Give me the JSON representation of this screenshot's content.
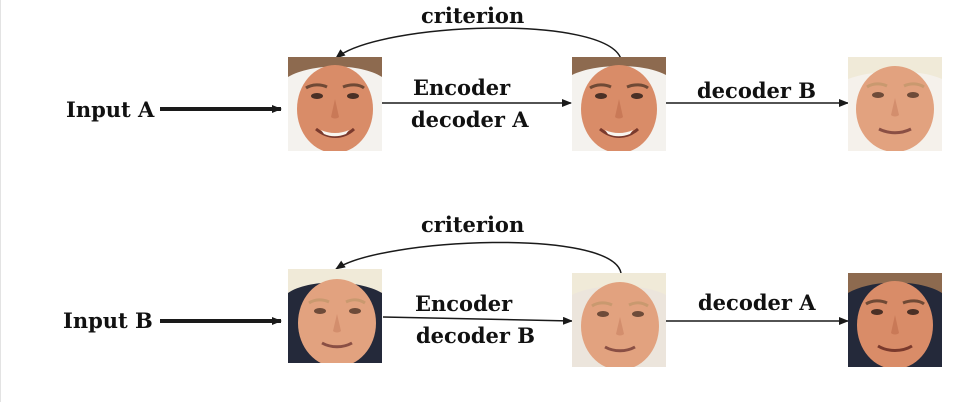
{
  "colors": {
    "line": "#1a1a1a",
    "skin_a": "#d98c68",
    "skin_b": "#e2a27f",
    "hair_a": "#8d6a4f",
    "hair_b": "#f0ead8",
    "background_a": "#f4f2ee",
    "background_b": "#24293a"
  },
  "row_a": {
    "input_label": "Input A",
    "criterion_label": "criterion",
    "encoder_label": "Encoder",
    "decoder_label": "decoder A",
    "swap_label": "decoder B",
    "images": {
      "input": "face-a-icon",
      "reconstruction": "face-a-icon",
      "swapped": "face-b-icon"
    }
  },
  "row_b": {
    "input_label": "Input B",
    "criterion_label": "criterion",
    "encoder_label": "Encoder",
    "decoder_label": "decoder B",
    "swap_label": "decoder A",
    "images": {
      "input": "face-b-icon",
      "reconstruction": "face-b-icon",
      "swapped": "face-a-icon"
    }
  }
}
